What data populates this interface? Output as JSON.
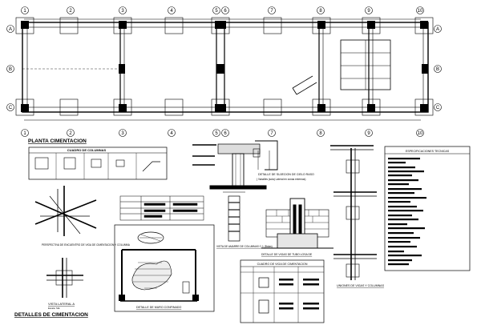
{
  "plan": {
    "title": "PLANTA CIMENTACION",
    "grid_labels": [
      "1",
      "2",
      "3",
      "4",
      "5",
      "6",
      "7",
      "8",
      "9",
      "10"
    ],
    "row_labels": [
      "A",
      "B",
      "C"
    ]
  },
  "details": {
    "columns_table_title": "CUADRO DE COLUMNAS",
    "perspective_caption": "PERSPECTIVA DE ENCUENTRO DE VIGA DE CIMENTACION Y COLUMNA",
    "side_view_caption": "VISTA LATERAL A",
    "side_view_scale": "Escala: S/E",
    "wall_detail_caption": "DETALLE DE MURO CONFINADO",
    "ceiling_detail_caption": "DETALLE DE SUJECION DE CIELO RASO",
    "ceiling_detail_sub": "( Vanalles (sola) Lateral en zonas externas)",
    "beam_view_caption": "VISTA DE AMARRE DE COLUMNAS C-1 (Bolas)",
    "foundation_detail_caption": "DETALLE DE VIGAS DE TUBO LOSA DE",
    "beam_table_title": "CUADRO DE VIGA DE CIMENTACION",
    "beams_columns_caption": "UNIONES DE VIGAS Y COLUMNAS",
    "specs_title": "ESPECIFICACIONES TECNICAS",
    "sheet_title": "DETALLES DE CIMENTACION"
  }
}
